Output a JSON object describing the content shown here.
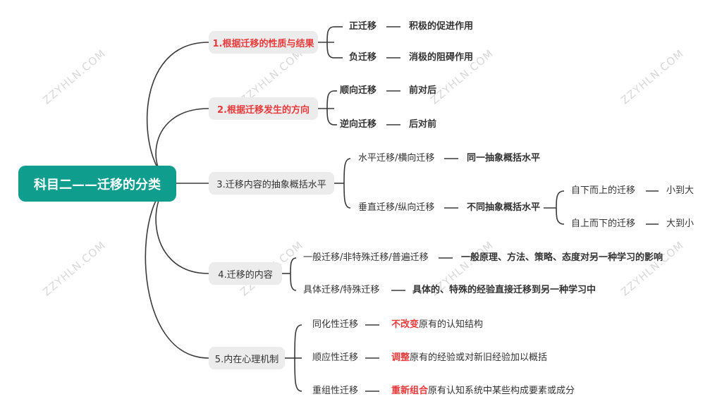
{
  "root": {
    "label": "科目二——迁移的分类"
  },
  "branches": [
    {
      "label": "1.根据迁移的性质与结果",
      "children": [
        {
          "label": "正迁移",
          "desc": "积极的促进作用"
        },
        {
          "label": "负迁移",
          "desc": "消极的阻碍作用"
        }
      ]
    },
    {
      "label": "2.根据迁移发生的方向",
      "children": [
        {
          "label": "顺向迁移",
          "desc": "前对后"
        },
        {
          "label": "逆向迁移",
          "desc": "后对前"
        }
      ]
    },
    {
      "label": "3.迁移内容的抽象概括水平",
      "children": [
        {
          "label": "水平迁移/横向迁移",
          "desc": "同一抽象概括水平"
        },
        {
          "label": "垂直迁移/纵向迁移",
          "desc": "不同抽象概括水平",
          "children": [
            {
              "label": "自下而上的迁移",
              "desc": "小到大"
            },
            {
              "label": "自上而下的迁移",
              "desc": "大到小"
            }
          ]
        }
      ]
    },
    {
      "label": "4.迁移的内容",
      "children": [
        {
          "label": "一般迁移/非特殊迁移/普遍迁移",
          "desc": "一般原理、方法、策略、态度对另一种学习的影响"
        },
        {
          "label": "具体迁移/特殊迁移",
          "desc": "具体的、特殊的经验直接迁移到另一种学习中"
        }
      ]
    },
    {
      "label": "5.内在心理机制",
      "children": [
        {
          "label": "同化性迁移",
          "desc_key": "不改变",
          "desc_rest": "原有的认知结构"
        },
        {
          "label": "顺应性迁移",
          "desc_key": "调整",
          "desc_rest": "原有的经验或对新旧经验加以概括"
        },
        {
          "label": "重组性迁移",
          "desc_key": "重新组合",
          "desc_rest": "原有认知系统中某些构成要素或成分"
        }
      ]
    }
  ],
  "watermark": "ZZYHLN.COM",
  "colors": {
    "root_bg": "#0f9e8e",
    "accent": "#e8393b",
    "box_bg": "#ececec",
    "line": "#333333"
  }
}
